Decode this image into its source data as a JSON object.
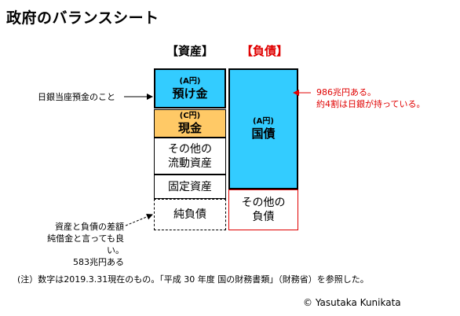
{
  "title": "政府のバランスシート",
  "headers": {
    "assets": "【資産】",
    "liabilities": "【負債】"
  },
  "assets": {
    "deposits": {
      "top": "(A円)",
      "label": "預け金"
    },
    "cash": {
      "top": "(C円)",
      "label": "現金"
    },
    "other": {
      "line1": "その他の",
      "line2": "流動資産"
    },
    "fixed": "固定資産",
    "net": "純負債"
  },
  "liabilities": {
    "bonds": {
      "top": "(A円)",
      "label": "国債"
    },
    "other": {
      "line1": "その他の",
      "line2": "負債"
    }
  },
  "notes": {
    "left1": "日銀当座預金のこと",
    "left2_line1": "資産と負債の差額",
    "left2_line2": "純借金と言っても良い。",
    "left2_line3": "583兆円ある",
    "right_line1": "986兆円ある。",
    "right_line2": "約4割は日銀が持っている。"
  },
  "footnote": "(注）数字は2019.3.31現在のもの。「平成 30 年度 国の財務書類」（財務省）を参照した。",
  "copyright": "© Yasutaka Kunikata",
  "colors": {
    "blue": "#33ccff",
    "orange": "#ffc966",
    "red": "#e00000"
  }
}
